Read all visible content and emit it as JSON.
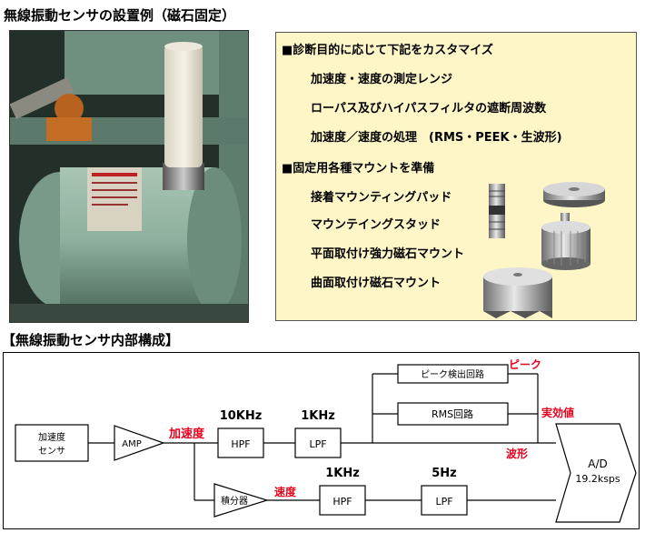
{
  "header": {
    "title": "無線振動センサの設置例（磁石固定）",
    "section_title": "【無線振動センサ内部構成】"
  },
  "info_panel": {
    "heading1": "■診断目的に応じて下記をカスタマイズ",
    "items1": [
      "加速度・速度の測定レンジ",
      "ローパス及びハイパスフィルタの遮断周波数",
      "加速度／速度の処理　(RMS・PEEK・生波形)"
    ],
    "heading2": "■固定用各種マウントを準備",
    "items2": [
      "接着マウンティングパッド",
      "マウンテイングスタッド",
      "平面取付け強力磁石マウント",
      "曲面取付け磁石マウント"
    ]
  },
  "diagram": {
    "sensor_line1": "加速度",
    "sensor_line2": "センサ",
    "amp": "AMP",
    "accel_label": "加速度",
    "hpf1_freq": "10KHz",
    "hpf1": "HPF",
    "lpf1_freq": "1KHz",
    "lpf1": "LPF",
    "peak_box": "ピーク検出回路",
    "rms_box": "RMS回路",
    "peak_label": "ピーク",
    "rms_label": "実効値",
    "wave_label": "波形",
    "integrator": "積分器",
    "velocity_label": "速度",
    "hpf2_freq": "1KHz",
    "hpf2": "HPF",
    "lpf2_freq": "5Hz",
    "lpf2": "LPF",
    "ad_line1": "A/D",
    "ad_line2": "19.2ksps",
    "colors": {
      "red": "#e8001c",
      "black": "#000000"
    }
  }
}
